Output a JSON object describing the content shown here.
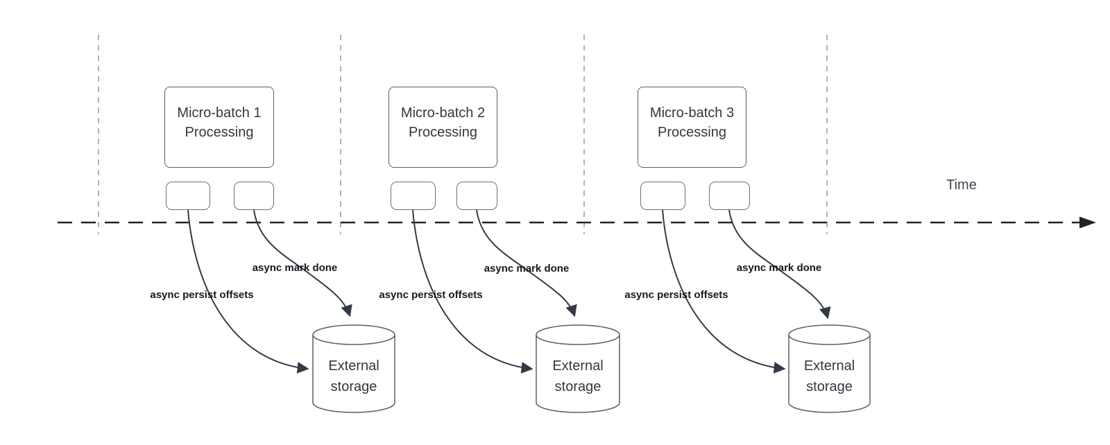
{
  "diagram": {
    "time_axis_label": "Time",
    "groups": [
      {
        "batch_line1": "Micro-batch 1",
        "batch_line2": "Processing",
        "persist_label": "async persist offsets",
        "mark_done_label": "async mark done",
        "storage_line1": "External",
        "storage_line2": "storage"
      },
      {
        "batch_line1": "Micro-batch 2",
        "batch_line2": "Processing",
        "persist_label": "async persist offsets",
        "mark_done_label": "async mark done",
        "storage_line1": "External",
        "storage_line2": "storage"
      },
      {
        "batch_line1": "Micro-batch 3",
        "batch_line2": "Processing",
        "persist_label": "async persist offsets",
        "mark_done_label": "async mark done",
        "storage_line1": "External",
        "storage_line2": "storage"
      }
    ],
    "colors": {
      "shape_border": "#595f69",
      "arrow_stroke": "#333a45",
      "timeline_stroke": "#1f2329",
      "guide_line": "#b1b4b8",
      "box_text": "#32373f",
      "label_text": "#15191f",
      "background": "#ffffff"
    }
  }
}
